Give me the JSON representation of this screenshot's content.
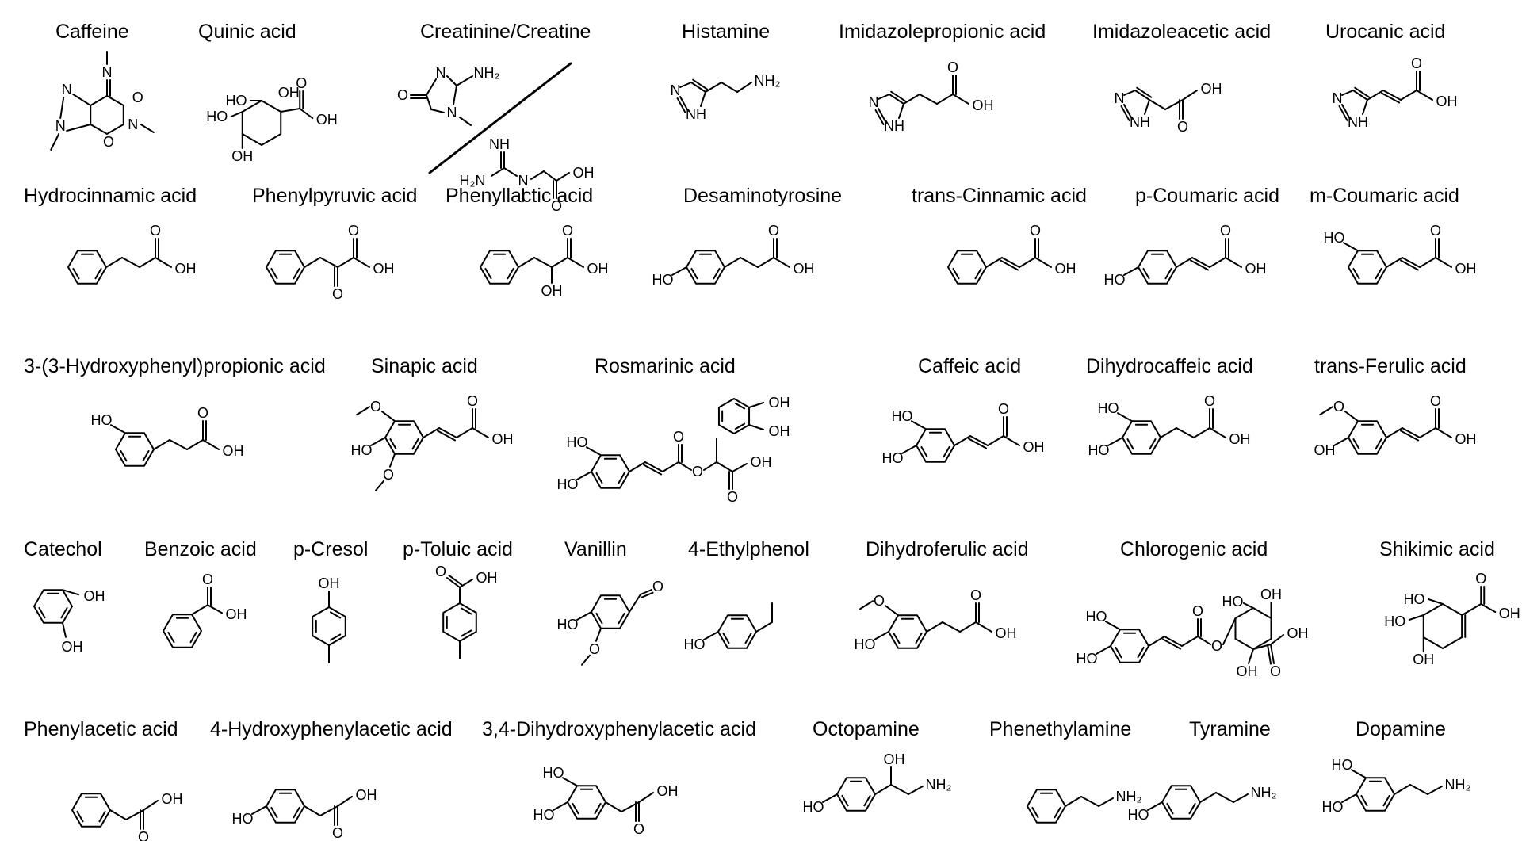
{
  "compounds": [
    {
      "name": "Caffeine",
      "kind": "caffeine"
    },
    {
      "name": "Quinic acid",
      "kind": "quinic"
    },
    {
      "name": "Creatinine/Creatine",
      "kind": "creatinine"
    },
    {
      "name": "Histamine",
      "kind": "histamine"
    },
    {
      "name": "Imidazolepropionic acid",
      "kind": "imid_prop"
    },
    {
      "name": "Imidazoleacetic acid",
      "kind": "imid_acet"
    },
    {
      "name": "Urocanic acid",
      "kind": "urocanic"
    },
    {
      "name": "Hydrocinnamic acid",
      "kind": "ring_chain",
      "subs": {},
      "chain": "propanoic"
    },
    {
      "name": "Phenylpyruvic acid",
      "kind": "ring_chain",
      "subs": {},
      "chain": "pyruvic"
    },
    {
      "name": "Phenyllactic acid",
      "kind": "ring_chain",
      "subs": {},
      "chain": "lactic"
    },
    {
      "name": "Desaminotyrosine",
      "kind": "ring_chain",
      "subs": {
        "p": "HO"
      },
      "chain": "propanoic"
    },
    {
      "name": "trans-Cinnamic acid",
      "kind": "ring_chain",
      "subs": {},
      "chain": "acrylic"
    },
    {
      "name": "p-Coumaric acid",
      "kind": "ring_chain",
      "subs": {
        "p": "HO"
      },
      "chain": "acrylic"
    },
    {
      "name": "m-Coumaric acid",
      "kind": "ring_chain",
      "subs": {
        "m": "HO"
      },
      "chain": "acrylic"
    },
    {
      "name": "3-(3-Hydroxyphenyl)propionic acid",
      "kind": "ring_chain",
      "subs": {
        "m": "HO"
      },
      "chain": "propanoic"
    },
    {
      "name": "Sinapic acid",
      "kind": "ring_chain",
      "subs": {
        "m": "OMe",
        "p": "HO",
        "m2": "OMe"
      },
      "chain": "acrylic"
    },
    {
      "name": "Rosmarinic acid",
      "kind": "rosmarinic"
    },
    {
      "name": "Caffeic acid",
      "kind": "ring_chain",
      "subs": {
        "m": "HO",
        "p": "HO"
      },
      "chain": "acrylic"
    },
    {
      "name": "Dihydrocaffeic acid",
      "kind": "ring_chain",
      "subs": {
        "m": "HO",
        "p": "HO"
      },
      "chain": "propanoic"
    },
    {
      "name": "trans-Ferulic acid",
      "kind": "ring_chain",
      "subs": {
        "m": "OMe",
        "p": "OH"
      },
      "chain": "acrylic"
    },
    {
      "name": "Catechol",
      "kind": "catechol"
    },
    {
      "name": "Benzoic acid",
      "kind": "benzoic"
    },
    {
      "name": "p-Cresol",
      "kind": "para_vertical",
      "top": "OH",
      "bottom": "methyl"
    },
    {
      "name": "p-Toluic acid",
      "kind": "para_vertical",
      "top": "COOH",
      "bottom": "methyl"
    },
    {
      "name": "Vanillin",
      "kind": "ring_chain",
      "subs": {
        "p": "HO",
        "m2": "OMe"
      },
      "chain": "aldehyde"
    },
    {
      "name": "4-Ethylphenol",
      "kind": "ring_chain",
      "subs": {
        "p": "HO"
      },
      "chain": "ethyl"
    },
    {
      "name": "Dihydroferulic acid",
      "kind": "ring_chain",
      "subs": {
        "m": "OMe",
        "p": "HO"
      },
      "chain": "propanoic"
    },
    {
      "name": "Chlorogenic acid",
      "kind": "chlorogenic"
    },
    {
      "name": "Shikimic acid",
      "kind": "shikimic"
    },
    {
      "name": "Phenylacetic acid",
      "kind": "ring_chain",
      "subs": {},
      "chain": "acetic"
    },
    {
      "name": "4-Hydroxyphenylacetic acid",
      "kind": "ring_chain",
      "subs": {
        "p": "HO"
      },
      "chain": "acetic"
    },
    {
      "name": "3,4-Dihydroxyphenylacetic acid",
      "kind": "ring_chain",
      "subs": {
        "m": "HO",
        "p": "HO"
      },
      "chain": "acetic"
    },
    {
      "name": "Octopamine",
      "kind": "ring_chain",
      "subs": {
        "p": "HO"
      },
      "chain": "octopamine"
    },
    {
      "name": "Phenethylamine",
      "kind": "ring_chain",
      "subs": {},
      "chain": "ethylamine"
    },
    {
      "name": "Tyramine",
      "kind": "ring_chain",
      "subs": {
        "p": "HO"
      },
      "chain": "ethylamine"
    },
    {
      "name": "Dopamine",
      "kind": "ring_chain",
      "subs": {
        "m": "HO",
        "p": "HO"
      },
      "chain": "ethylamine"
    }
  ],
  "atom_labels": {
    "N": "N",
    "NH": "NH",
    "O": "O",
    "OH": "OH",
    "HO": "HO",
    "H2N": "H₂N",
    "NH2": "NH₂",
    "NH_imine": "NH"
  }
}
